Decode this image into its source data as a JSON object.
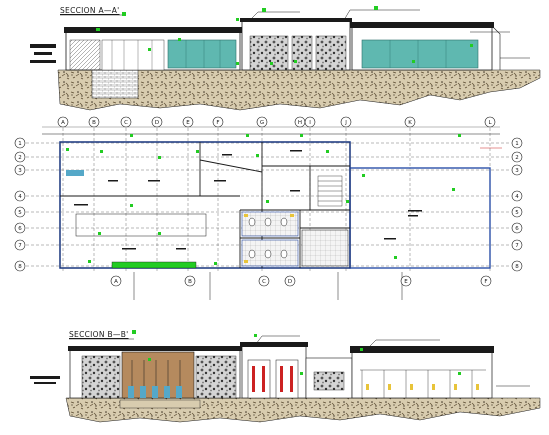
{
  "titles": {
    "section_a": "SECCION  A—A'",
    "section_b": "SECCION  B—B'"
  },
  "colors": {
    "line": "#1a1a1a",
    "green_tag": "#22cc22",
    "glass": "#5fb8b0",
    "glass_dark": "#2c6e6a",
    "ground": "#8a7a5a",
    "wood": "#b58a5e",
    "water": "#55a8c8",
    "blue_frame": "#2a4fa8",
    "red_mark": "#cc2222"
  },
  "grid_bubbles": {
    "top_letters": [
      "A",
      "B",
      "C",
      "D",
      "E",
      "F",
      "G",
      "H",
      "I",
      "J",
      "K",
      "L"
    ],
    "left_numbers": [
      "1",
      "2",
      "3",
      "4",
      "5",
      "6",
      "7",
      "8"
    ],
    "right_numbers": [
      "1",
      "2",
      "3",
      "4",
      "5",
      "6",
      "7",
      "8"
    ],
    "bottom_letters": [
      "A",
      "B",
      "C",
      "D",
      "E",
      "F"
    ]
  }
}
